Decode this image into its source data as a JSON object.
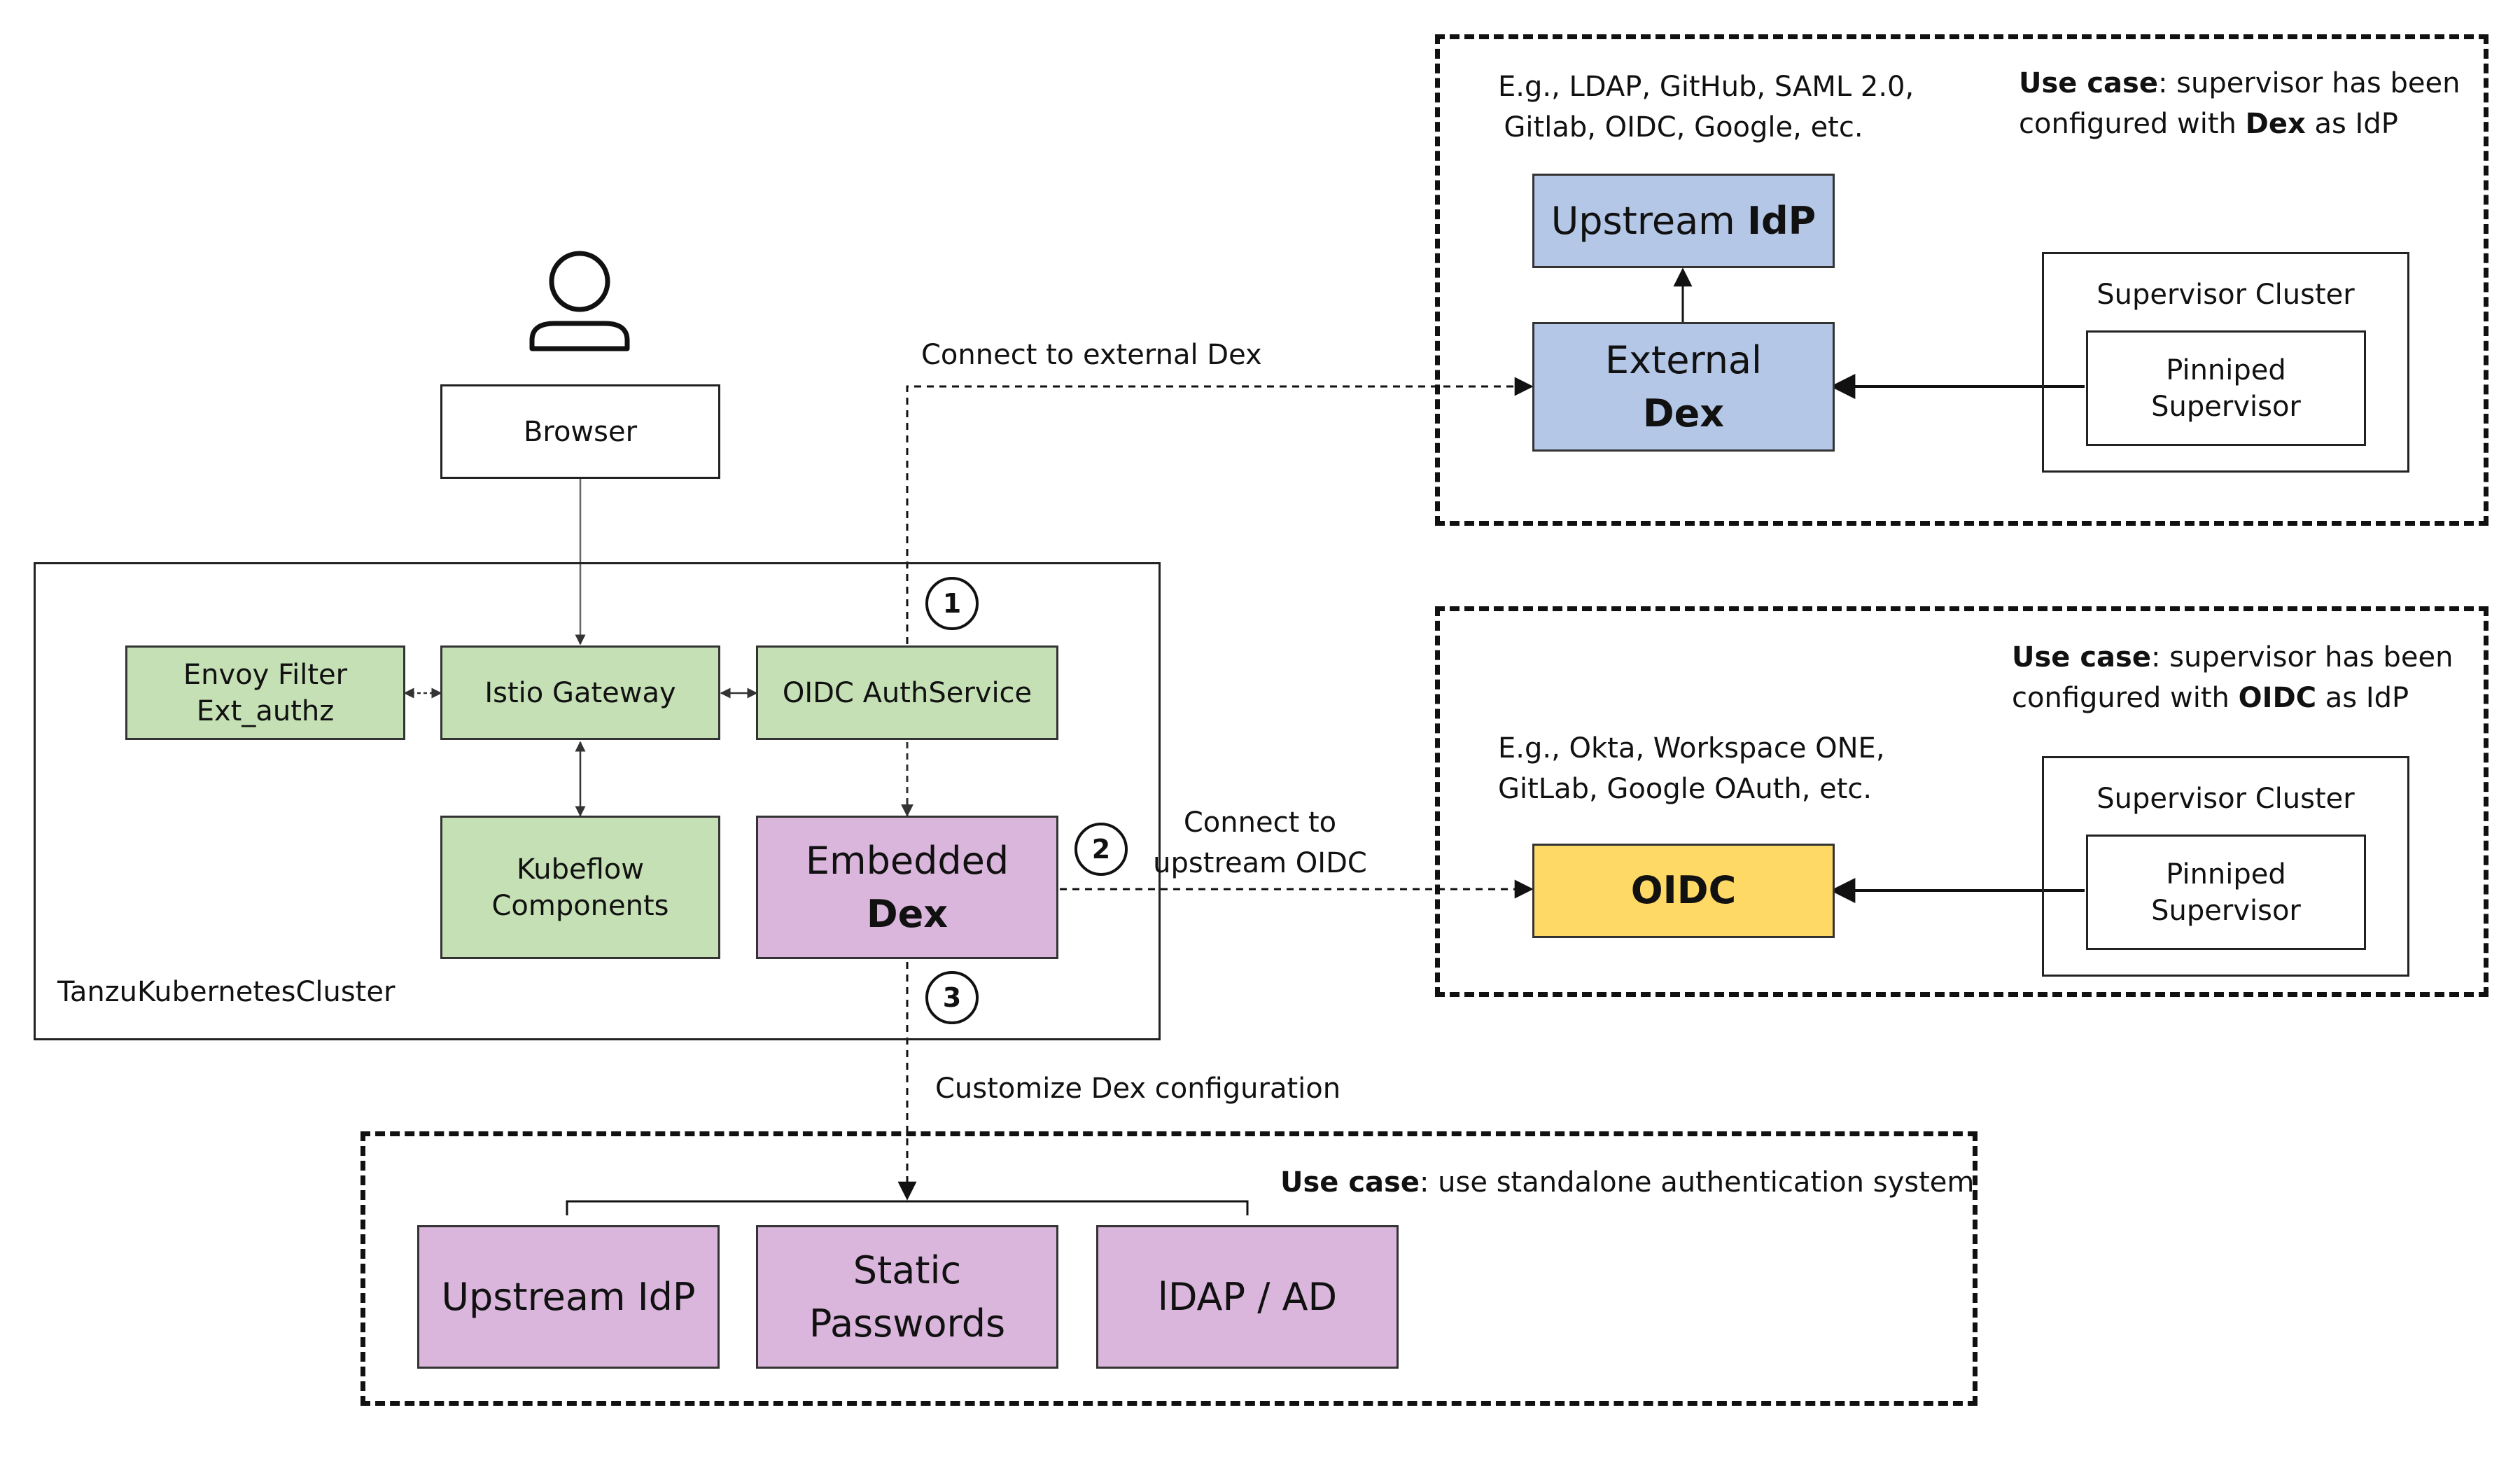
{
  "user": {
    "icon": "user-icon"
  },
  "browser": {
    "label": "Browser"
  },
  "cluster": {
    "name": "TanzuKubernetesCluster"
  },
  "envoy": {
    "line1": "Envoy Filter",
    "line2": "Ext_authz"
  },
  "istio": {
    "label": "Istio Gateway"
  },
  "oidc_auth": {
    "label": "OIDC AuthService"
  },
  "kubeflow": {
    "line1": "Kubeflow",
    "line2": "Components"
  },
  "embedded_dex": {
    "line1": "Embedded",
    "line2": "Dex"
  },
  "steps": {
    "one": "1",
    "two": "2",
    "three": "3"
  },
  "edges": {
    "external": "Connect to external Dex",
    "upstream_line1": "Connect to",
    "upstream_line2": "upstream OIDC",
    "customize": "Customize Dex configuration"
  },
  "external_panel": {
    "examples_line1": "E.g., LDAP, GitHub, SAML 2.0,",
    "examples_line2": "Gitlab, OIDC, Google, etc.",
    "usecase_bold": "Use case",
    "usecase_line1_rest": ": supervisor has been",
    "usecase_line2_pre": "configured with ",
    "usecase_line2_bold": "Dex",
    "usecase_line2_post": " as IdP",
    "upstream_pre": "Upstream ",
    "upstream_bold": "IdP",
    "external_dex_line1": "External",
    "external_dex_line2": "Dex",
    "supervisor_cluster": "Supervisor Cluster",
    "pinniped_line1": "Pinniped",
    "pinniped_line2": "Supervisor"
  },
  "oidc_panel": {
    "usecase_bold": "Use case",
    "usecase_line1_rest": ": supervisor has been",
    "usecase_line2_pre": "configured with ",
    "usecase_line2_bold": "OIDC",
    "usecase_line2_post": " as IdP",
    "examples_line1": "E.g., Okta, Workspace ONE,",
    "examples_line2": "GitLab, Google OAuth, etc.",
    "oidc": "OIDC",
    "supervisor_cluster": "Supervisor Cluster",
    "pinniped_line1": "Pinniped",
    "pinniped_line2": "Supervisor"
  },
  "standalone_panel": {
    "usecase_bold": "Use case",
    "usecase_rest": ": use standalone authentication system",
    "upstream_idp": "Upstream IdP",
    "static_line1": "Static",
    "static_line2": "Passwords",
    "ldap": "lDAP / AD"
  }
}
